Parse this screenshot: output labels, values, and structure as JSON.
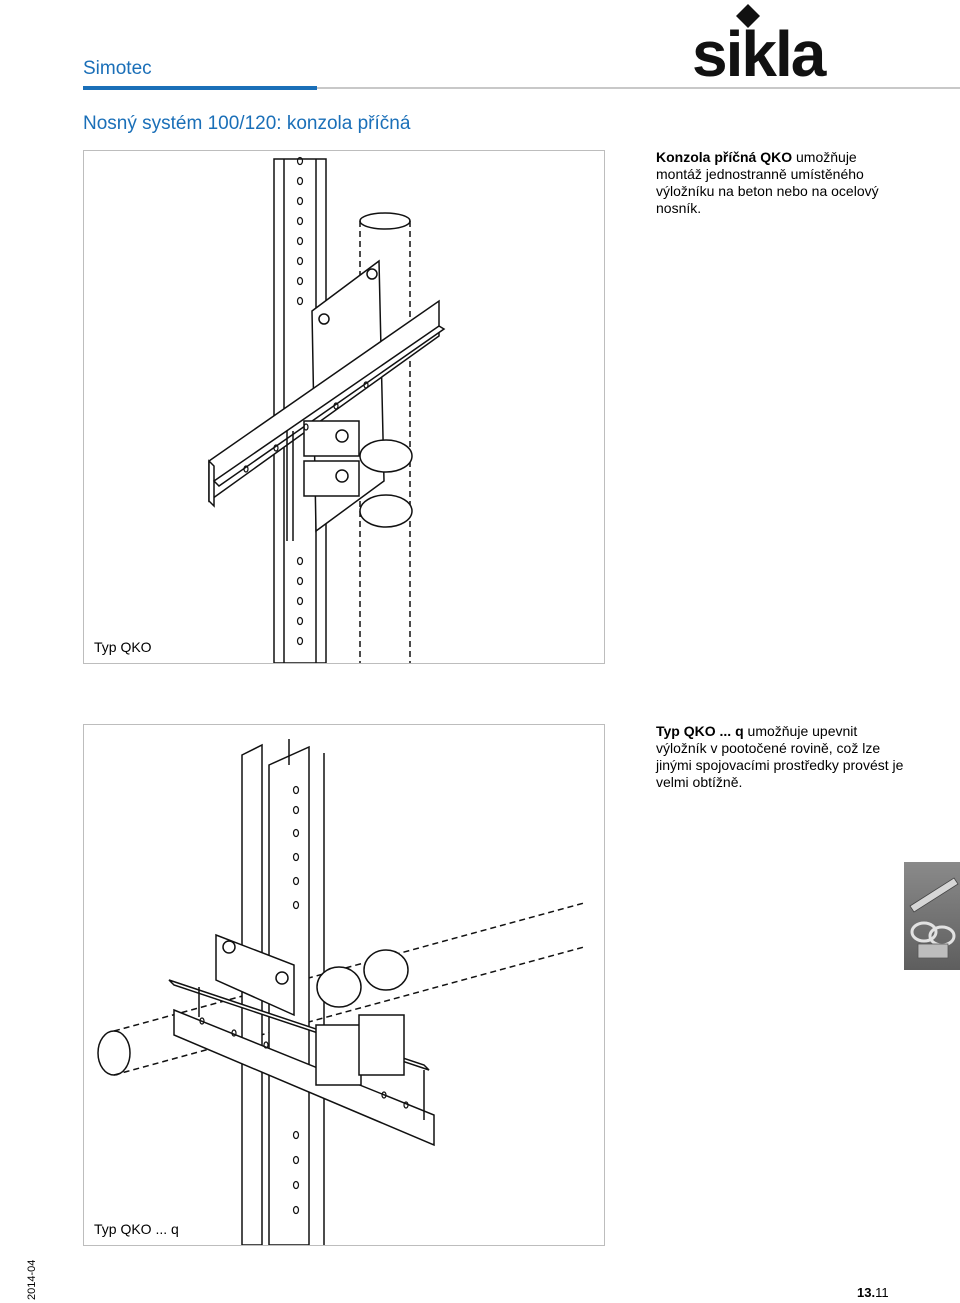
{
  "header": {
    "brand": "Simotec",
    "logo_text": "sikla",
    "title": "Nosný systém 100/120: konzola příčná"
  },
  "figure1": {
    "caption": "Typ QKO",
    "description_bold": "Konzola příčná QKO",
    "description_rest": " umožňuje montáž jednostranně umístěného výložníku na beton nebo na ocelový nosník."
  },
  "figure2": {
    "caption": "Typ QKO ... q",
    "description_bold": "Typ QKO ... q",
    "description_rest": " umožňuje upevnit výložník v pootočené rovině, což lze jinými spojovacími prostředky provést je velmi obtížně."
  },
  "footer": {
    "year": "2014-04",
    "page_section": "13.",
    "page_number": "11"
  },
  "colors": {
    "brand_blue": "#1a6fb8",
    "rule_gray": "#c8c8c8"
  }
}
